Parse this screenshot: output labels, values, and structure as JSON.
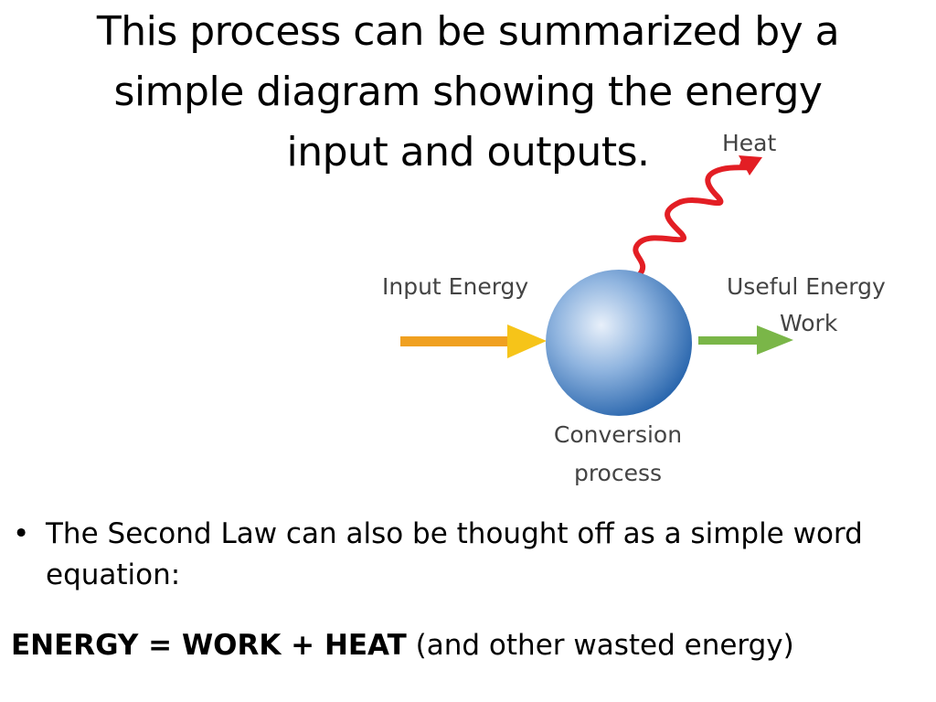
{
  "title": {
    "lines": [
      "This process can be summarized by a",
      "simple diagram showing the energy",
      "input and outputs."
    ]
  },
  "diagram": {
    "labels": {
      "heat": "Heat",
      "input": "Input Energy",
      "useful_line1": "Useful Energy",
      "useful_line2": "Work",
      "conversion_line1": "Conversion",
      "conversion_line2": "process"
    },
    "colors": {
      "input_arrow": "#f0a020",
      "input_arrowhead": "#f6c419",
      "output_arrow": "#7ab648",
      "heat_wave": "#e31e24",
      "sphere_center": "#e8f0fa",
      "sphere_edge": "#1f5ea8"
    }
  },
  "bullet": {
    "marker": "•",
    "text": "The Second Law can also be thought off as a simple word equation:"
  },
  "equation": {
    "bold_part": "ENERGY = WORK + HEAT",
    "rest": " (and other wasted energy)"
  }
}
